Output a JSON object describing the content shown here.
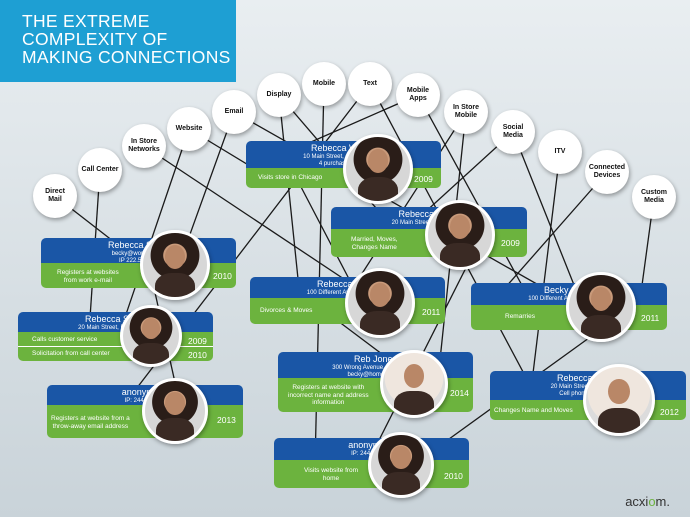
{
  "title": {
    "line1": "THE EXTREME",
    "line2": "COMPLEXITY OF",
    "line3": "MAKING CONNECTIONS"
  },
  "channels": [
    {
      "key": "direct_mail",
      "label": "Direct\nMail"
    },
    {
      "key": "call_center",
      "label": "Call Center"
    },
    {
      "key": "in_store_networks",
      "label": "In Store\nNetworks"
    },
    {
      "key": "website",
      "label": "Website"
    },
    {
      "key": "email",
      "label": "Email"
    },
    {
      "key": "display",
      "label": "Display"
    },
    {
      "key": "mobile",
      "label": "Mobile"
    },
    {
      "key": "text",
      "label": "Text"
    },
    {
      "key": "mobile_apps",
      "label": "Mobile\nApps"
    },
    {
      "key": "in_store_mobile",
      "label": "In Store\nMobile"
    },
    {
      "key": "social_media",
      "label": "Social\nMedia"
    },
    {
      "key": "itv",
      "label": "ITV"
    },
    {
      "key": "connected_devices",
      "label": "Connected\nDevices"
    },
    {
      "key": "custom_media",
      "label": "Custom\nMedia"
    }
  ],
  "profiles": [
    {
      "name": "Rebecca Wilson",
      "details": [
        "10 Main Street, Anytown, USA",
        "4 purchases, $500"
      ],
      "activity": "Visits store in Chicago",
      "year": "2009"
    },
    {
      "name": "Rebecca Smith",
      "details": [
        "20 Main Street, Phoenix, AZ"
      ],
      "activity": "Married, Moves,\nChanges Name",
      "year": "2009"
    },
    {
      "name": "Rebecca Smith",
      "details": [
        "becky@workpc.com",
        "IP 222.58.1.10"
      ],
      "activity": "Registers at websites\nfrom work e-mail",
      "year": "2010"
    },
    {
      "name": "Rebecca Smith",
      "details": [
        "100 Different Ave.  Phoenix, AZ"
      ],
      "activity": "Divorces & Moves",
      "year": "2011"
    },
    {
      "name": "Becky Smith",
      "details": [
        "100 Different Ave.  Phoenix, AZ"
      ],
      "activity": "Remarries",
      "year": "2011"
    },
    {
      "name": "Rebecca Smith",
      "details": [
        "20 Main Street,  Phoenix, AZ"
      ],
      "activity": "Calls customer service",
      "year": "2009",
      "activity2": "Solicitation from call center",
      "year2": "2010"
    },
    {
      "name": "Reb Jones",
      "details": [
        "300 Wrong Avenue,  Phoenix, AZ",
        "becky@homepc.com"
      ],
      "activity": "Registers at website with\nincorrect name and address\ninformation",
      "year": "2014"
    },
    {
      "name": "anonymous",
      "details": [
        "IP: 244.75.1.15"
      ],
      "activity": "Registers at website from a\nthrow-away email address",
      "year": "2013"
    },
    {
      "name": "Rebecca Jones",
      "details": [
        "20 Main Street,  Phoenix, AZ",
        "Cell phone: 555-2323"
      ],
      "activity": "Changes Name and Moves",
      "year": "2012"
    },
    {
      "name": "anonymous",
      "details": [
        "IP: 244.75.1.12"
      ],
      "activity": "Visits website from\nhome",
      "year": "2010"
    }
  ],
  "logo": {
    "prefix": "acxi",
    "accent": "o",
    "suffix": "m."
  }
}
